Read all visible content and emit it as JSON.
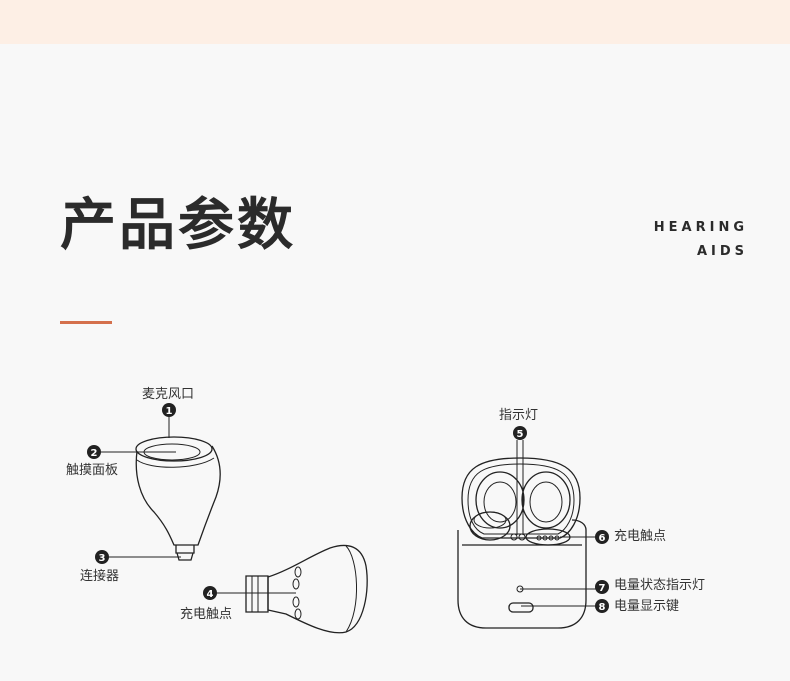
{
  "header": {
    "title": "产品参数",
    "tagline_line1": "HEARING",
    "tagline_line2": "AIDS",
    "accent_color": "#d4704c",
    "band_color": "#fdefe5"
  },
  "callouts": [
    {
      "number": "1",
      "label": "麦克风口"
    },
    {
      "number": "2",
      "label": "触摸面板"
    },
    {
      "number": "3",
      "label": "连接器"
    },
    {
      "number": "4",
      "label": "充电触点"
    },
    {
      "number": "5",
      "label": "指示灯"
    },
    {
      "number": "6",
      "label": "充电触点"
    },
    {
      "number": "7",
      "label": "电量状态指示灯"
    },
    {
      "number": "8",
      "label": "电量显示键"
    }
  ]
}
